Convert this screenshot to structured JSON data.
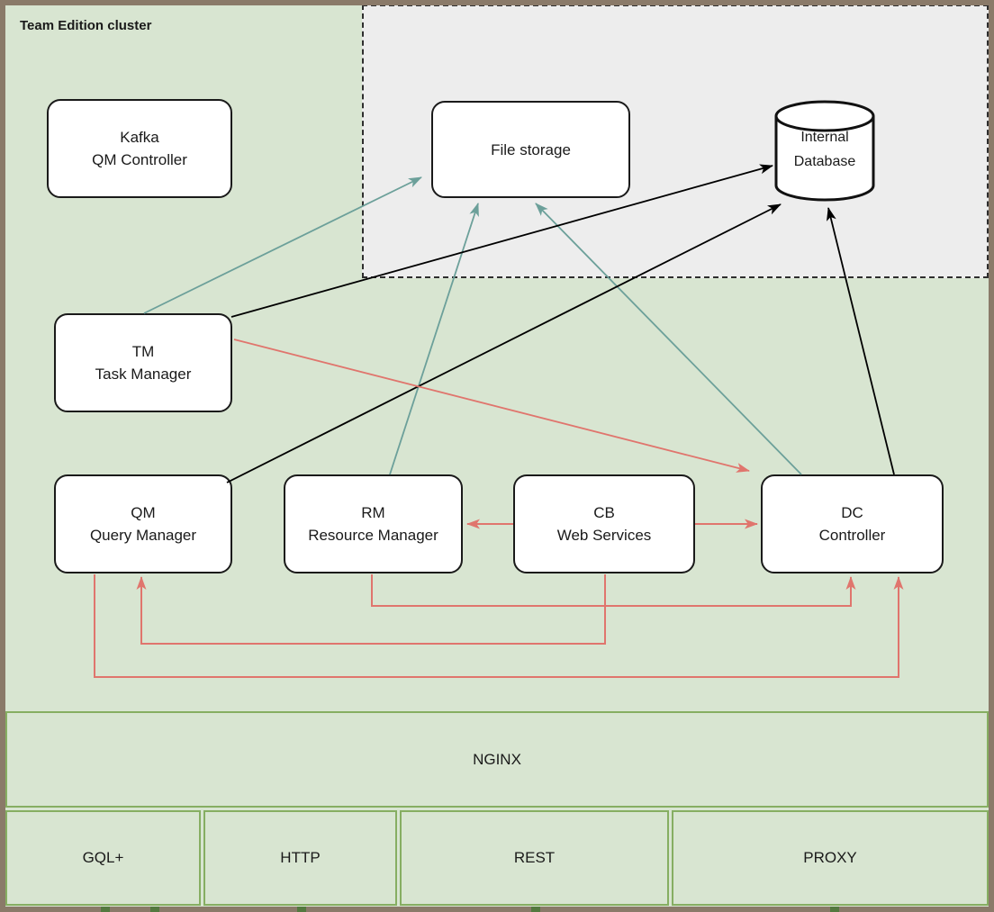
{
  "cluster": {
    "label": "Team Edition cluster"
  },
  "nodes": {
    "kafka": {
      "line1": "Kafka",
      "line2": "QM Controller"
    },
    "file_storage": {
      "line1": "File storage",
      "line2": ""
    },
    "internal_db": {
      "line1": "Internal",
      "line2": "Database"
    },
    "tm": {
      "line1": "TM",
      "line2": "Task Manager"
    },
    "qm": {
      "line1": "QM",
      "line2": "Query Manager"
    },
    "rm": {
      "line1": "RM",
      "line2": "Resource Manager"
    },
    "cb": {
      "line1": "CB",
      "line2": "Web Services"
    },
    "dc": {
      "line1": "DC",
      "line2": "Controller"
    }
  },
  "bands": {
    "nginx": "NGINX"
  },
  "protocols": {
    "items": [
      "GQL+",
      "HTTP",
      "REST",
      "PROXY"
    ]
  },
  "edges": [
    {
      "from": "tm",
      "to": "file_storage",
      "color": "teal",
      "style": "straight-arrow"
    },
    {
      "from": "rm",
      "to": "file_storage",
      "color": "teal",
      "style": "straight-arrow"
    },
    {
      "from": "dc",
      "to": "file_storage",
      "color": "teal",
      "style": "straight-arrow"
    },
    {
      "from": "tm",
      "to": "internal_db",
      "color": "black",
      "style": "straight-arrow"
    },
    {
      "from": "qm",
      "to": "internal_db",
      "color": "black",
      "style": "straight-arrow"
    },
    {
      "from": "dc",
      "to": "internal_db",
      "color": "black",
      "style": "straight-arrow"
    },
    {
      "from": "tm",
      "to": "dc",
      "color": "red",
      "style": "straight-arrow"
    },
    {
      "from": "cb",
      "to": "rm",
      "color": "red",
      "style": "straight-arrow"
    },
    {
      "from": "cb",
      "to": "dc",
      "color": "red",
      "style": "straight-arrow"
    },
    {
      "from": "rm",
      "to": "dc",
      "color": "red",
      "style": "elbow-arrow"
    },
    {
      "from": "cb",
      "to": "qm",
      "color": "red",
      "style": "elbow-arrow"
    },
    {
      "from": "qm",
      "to": "dc",
      "color": "red",
      "style": "elbow-arrow"
    }
  ],
  "colors": {
    "background_green": "#d8e5d1",
    "gray_zone": "#ededed",
    "frame_brown": "#8a7a69",
    "band_border_green": "#86ae62",
    "teal_arrow": "#6ca09a",
    "red_arrow": "#e0756d",
    "black_arrow": "#000000"
  }
}
